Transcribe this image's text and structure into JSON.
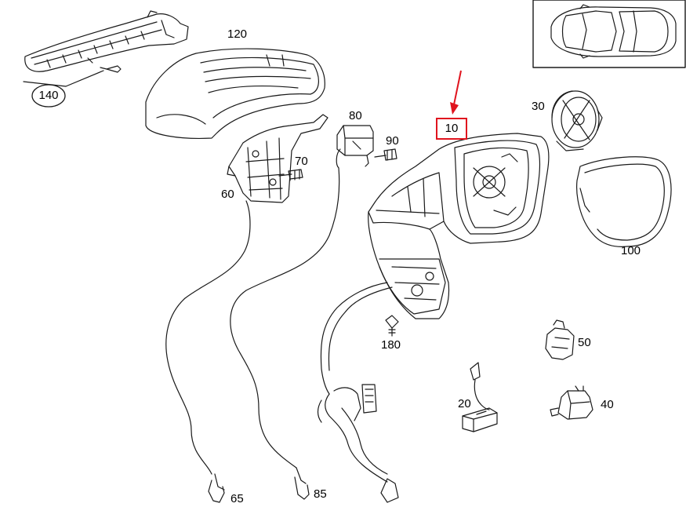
{
  "parts": {
    "p10": "10",
    "p20": "20",
    "p30": "30",
    "p40": "40",
    "p50": "50",
    "p60": "60",
    "p65": "65",
    "p70": "70",
    "p80": "80",
    "p85": "85",
    "p90": "90",
    "p100": "100",
    "p120": "120",
    "p140": "140",
    "p180": "180"
  },
  "colors": {
    "line": "#1a1a1a",
    "highlight": "#e0141e",
    "fill": "#ffffff",
    "shade": "#d8d8d8"
  }
}
